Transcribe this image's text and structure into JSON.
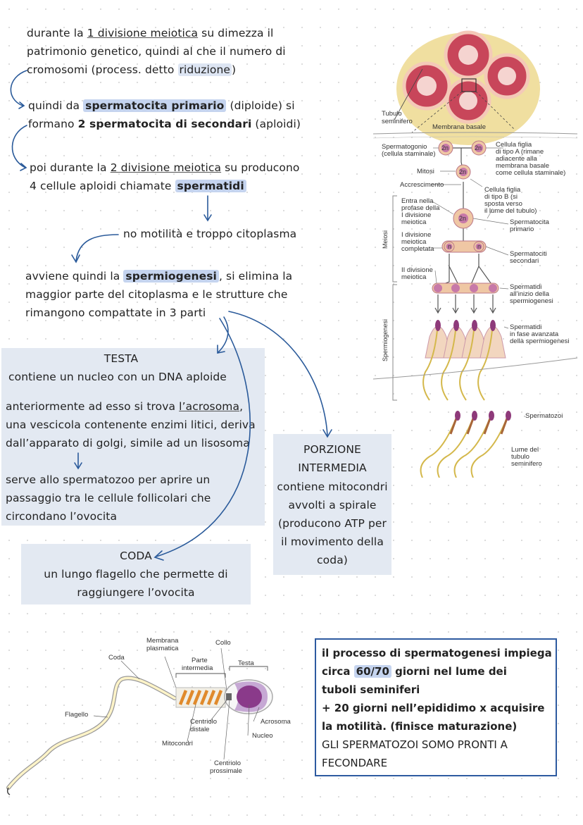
{
  "notes": {
    "l1_a": "durante la ",
    "l1_b": "1 divisione meiotica",
    "l1_c": " su dimezza il",
    "l2": "patrimonio genetico, quindi al che il numero di",
    "l3_a": "cromosomi (process. detto ",
    "l3_b": "riduzione",
    "l3_c": ")",
    "l4_a": "quindi da ",
    "l4_b": "spermatocita primario",
    "l4_c": " (diploide) si",
    "l5_a": "formano ",
    "l5_b": "2 spermatocita di secondari",
    "l5_c": " (aploidi)",
    "l6_a": "poi durante la ",
    "l6_b": "2 divisione meiotica",
    "l6_c": " su producono",
    "l7_a": "4 cellule aploidi chiamate ",
    "l7_b": "spermatidi",
    "l8": "no motilità e troppo citoplasma",
    "l9_a": "avviene quindi la ",
    "l9_b": "spermiogenesi",
    "l9_c": ", si elimina la",
    "l10": "maggior parte del citoplasma e le strutture che",
    "l11": "rimangono compattate in 3 parti"
  },
  "testa": {
    "title": "TESTA",
    "t1": "contiene un nucleo con un DNA aploide",
    "t2_a": "anteriormente ad esso si trova ",
    "t2_b": "l’acrosoma",
    "t2_c": ",",
    "t3": "una vescicola contenente enzimi litici, deriva",
    "t4": "dall’apparato di golgi, simile ad un lisosoma",
    "t5": "serve allo spermatozoo per aprire un",
    "t6": "passaggio tra le cellule follicolari che",
    "t7": "circondano l’ovocita"
  },
  "porzione": {
    "title1": "PORZIONE",
    "title2": "INTERMEDIA",
    "p1": "contiene mitocondri",
    "p2": "avvolti a spirale",
    "p3": "(producono ATP per",
    "p4": "il movimento della",
    "p5": "coda)"
  },
  "coda": {
    "title": "CODA",
    "c1": "un lungo flagello che permette di",
    "c2": "raggiungere l’ovocita"
  },
  "final": {
    "f1": "il processo di spermatogenesi impiega",
    "f2_a": "circa ",
    "f2_b": "60/70",
    "f2_c": " giorni nel lume dei",
    "f3": "tuboli seminiferi",
    "f4": "+ 20 giorni nell’epididimo x acquisire",
    "f5": "la motilità. (finisce maturazione)",
    "f6": "GLI SPERMATOZOI SOMO PRONTI A",
    "f7": "FECONDARE"
  },
  "figure_top": {
    "tubulo": "Tubulo",
    "seminifero": "seminifero",
    "membrana_basale": "Membrana basale",
    "spermatogonio": "Spermatogonio",
    "cellula_staminale": "(cellula staminale)",
    "cell_2n": "2n",
    "cell_n": "n",
    "cellula_figlia_a1": "Cellula figlia",
    "cellula_figlia_a2": "di tipo A (rimane",
    "cellula_figlia_a3": "adiacente alla",
    "cellula_figlia_a4": "membrana basale",
    "cellula_figlia_a5": "come cellula staminale)",
    "mitosi": "Mitosi",
    "accrescimento": "Accrescimento",
    "cellula_figlia_b1": "Cellula figlia",
    "cellula_figlia_b2": "di tipo B (si",
    "cellula_figlia_b3": "sposta verso",
    "cellula_figlia_b4": "il lume del tubulo)",
    "entra1": "Entra nella",
    "entra2": "profase della",
    "entra3": "I divisione",
    "entra4": "meiotica",
    "sp_primario1": "Spermatocita",
    "sp_primario2": "primario",
    "meiosi": "Meiosi",
    "idiv1": "I divisione",
    "idiv2": "meiotica",
    "idiv3": "completata",
    "sp_secondari1": "Spermatociti",
    "sp_secondari2": "secondari",
    "iidiv1": "II divisione",
    "iidiv2": "meiotica",
    "spermatidi1": "Spermatidi",
    "spermatidi2": "all’inizio della",
    "spermatidi3": "spermiogenesi",
    "spermiogenesi": "Spermiogenesi",
    "spermatidi_av1": "Spermatidi",
    "spermatidi_av2": "in fase avanzata",
    "spermatidi_av3": "della spermiogenesi",
    "spermatozoi": "Spermatozoi",
    "lume1": "Lume del",
    "lume2": "tubulo",
    "lume3": "seminifero"
  },
  "figure_bottom": {
    "membrana1": "Membrana",
    "membrana2": "plasmatica",
    "collo": "Collo",
    "coda": "Coda",
    "parte1": "Parte",
    "parte2": "intermedia",
    "testa": "Testa",
    "flagello": "Flagello",
    "centriolo_d1": "Centriolo",
    "centriolo_d2": "distale",
    "acrosoma": "Acrosoma",
    "nucleo": "Nucleo",
    "mitocondri": "Mitocondri",
    "centriolo_p1": "Centriolo",
    "centriolo_p2": "prossimale"
  }
}
